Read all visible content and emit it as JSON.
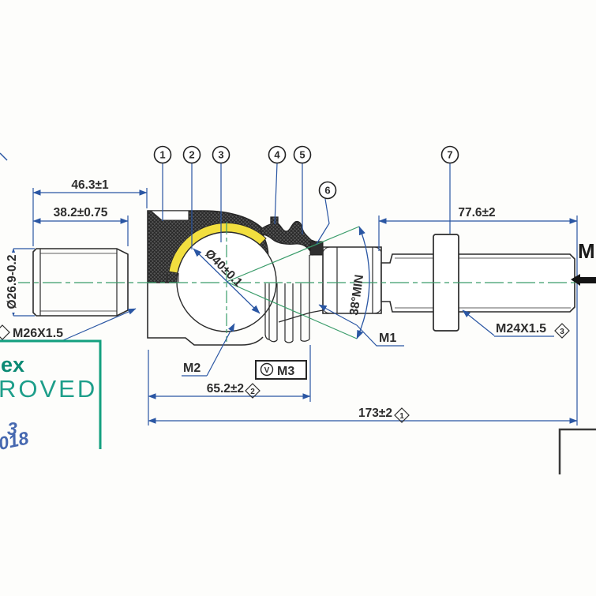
{
  "drawing": {
    "balloons": [
      "1",
      "2",
      "3",
      "4",
      "5",
      "6",
      "7"
    ],
    "dims": {
      "d_46": "46.3±1",
      "d_38": "38.2±0.75",
      "d_77": "77.6±2",
      "d_65": "65.2±2",
      "d_65_flag": "2",
      "d_173": "173±2",
      "d_173_flag": "1",
      "d_od": "Ø26.9-0.2",
      "d_ball": "Ø40±0.1",
      "d_angle": "38°MIN"
    },
    "threads": {
      "left": "M26X1.5",
      "right": "M24X1.5",
      "right_flag": "3"
    },
    "refs": {
      "m1": "M1",
      "m2": "M2",
      "m3": "M3",
      "m3_symbol": "V"
    },
    "view_marker": "M",
    "stamp": {
      "logo_fragment": "ex",
      "approved_fragment": "ROVED",
      "hand_note_1": "3",
      "hand_note_2": "018"
    },
    "colors": {
      "line_blue": "#2a56a3",
      "line_green": "#3a9c6a",
      "stamp_teal": "#14a07f",
      "logo_teal": "#0b8a74",
      "hand_blue": "#4668b0",
      "liner_yellow": "#f2df3f",
      "part_line": "#2b2b2b"
    }
  }
}
